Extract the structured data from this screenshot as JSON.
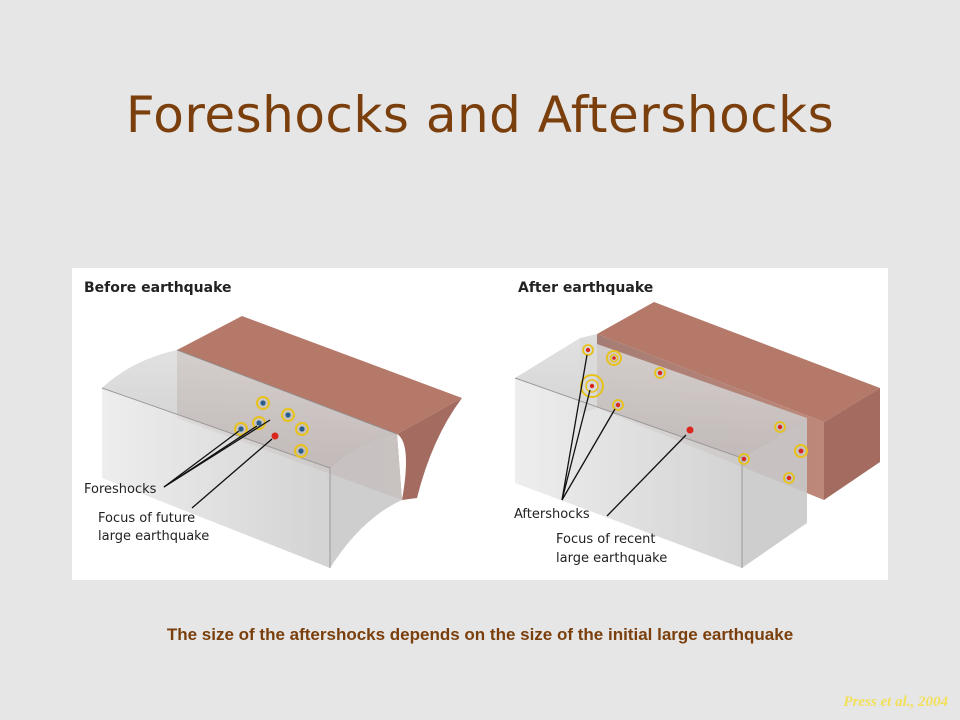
{
  "slide": {
    "title": "Foreshocks and Aftershocks",
    "caption": "The size of the aftershocks depends on the size of the initial large earthquake",
    "credit": "Press et al., 2004"
  },
  "diagram": {
    "before": {
      "title": "Before earthquake",
      "label_foreshocks": "Foreshocks",
      "label_focus_line1": "Focus of future",
      "label_focus_line2": "large earthquake"
    },
    "after": {
      "title": "After earthquake",
      "label_aftershocks": "Aftershocks",
      "label_focus_line1": "Focus of recent",
      "label_focus_line2": "large earthquake"
    }
  },
  "colors": {
    "title": "#7a3f0c",
    "credit": "#f2e05a",
    "fault_block_red": "#b07565",
    "shock_ring": "#e6c21a",
    "focus_dot": "#d9271d"
  }
}
